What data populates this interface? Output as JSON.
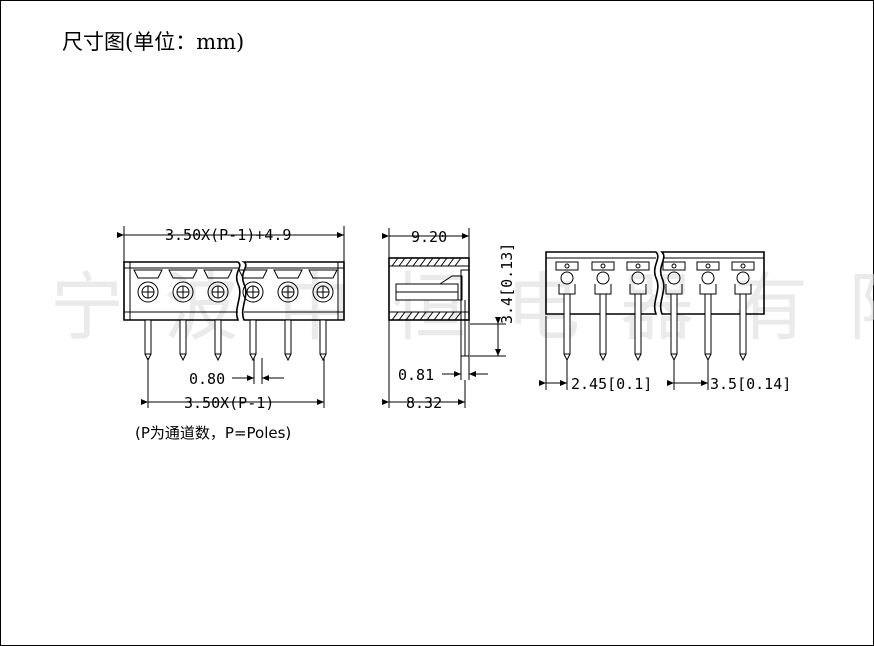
{
  "title": "尺寸图(单位：mm)",
  "watermark": "宁波中恒电器有限公司",
  "front_view": {
    "top_dimension": "3.50X(P-1)+4.9",
    "pin_width": "0.80",
    "pitch_dimension": "3.50X(P-1)",
    "poles_note": "(P为通道数，P=Poles)"
  },
  "side_view": {
    "top_dimension": "9.20",
    "pin_offset": "0.81",
    "bottom_dimension": "8.32",
    "height_dimension": "3.4[0.13]"
  },
  "pcb_view": {
    "offset_dimension": "2.45[0.1]",
    "pitch_dimension": "3.5[0.14]"
  },
  "colors": {
    "line": "#000000",
    "watermark": "#d9d9d9",
    "background": "#ffffff"
  }
}
